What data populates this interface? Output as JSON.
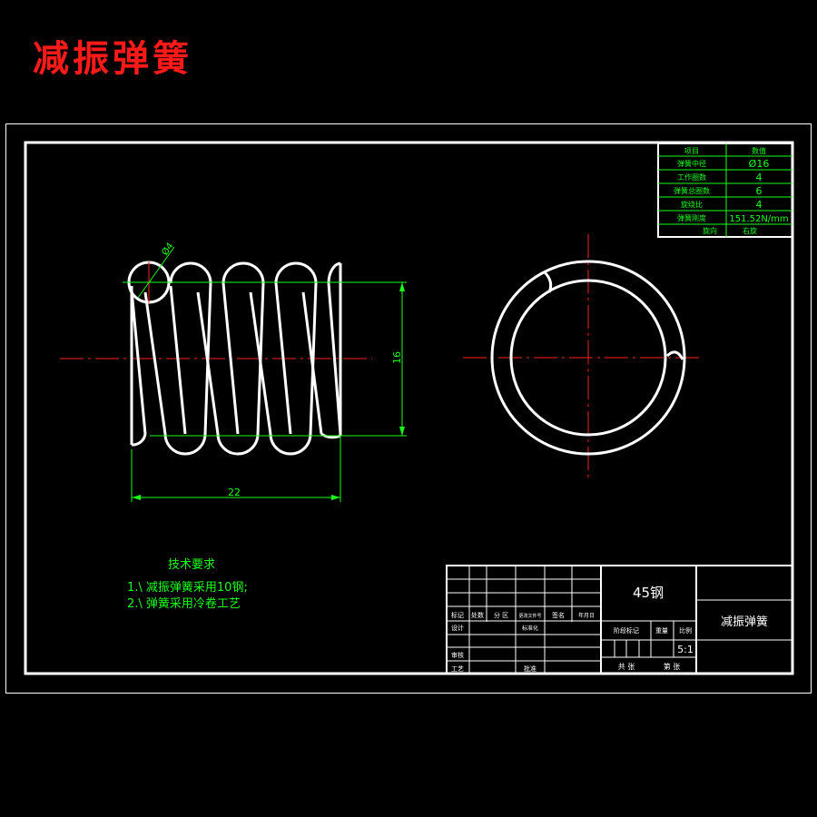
{
  "page_title": "减振弹簧",
  "param_table": {
    "header": [
      "项目",
      "数值"
    ],
    "rows": [
      [
        "弹簧中径",
        "Ø16"
      ],
      [
        "工作圈数",
        "4"
      ],
      [
        "弹簧总圈数",
        "6"
      ],
      [
        "旋绕比",
        "4"
      ],
      [
        "弹簧刚度",
        "151.52N/mm"
      ],
      [
        "旋向",
        "右旋"
      ]
    ]
  },
  "dimensions": {
    "wire_diameter": "Ø4",
    "height": "16",
    "length": "22"
  },
  "tech_requirements": {
    "heading": "技术要求",
    "items": [
      "1.\\ 减振弹簧采用10钢;",
      "2.\\ 弹簧采用冷卷工艺"
    ]
  },
  "title_block": {
    "material": "45钢",
    "part_name": "减振弹簧",
    "scale": "5:1",
    "labels": {
      "mark": "标记",
      "count": "处数",
      "zone": "分 区",
      "change_doc": "更改文件号",
      "signature": "签名",
      "date": "年月日",
      "design": "设计",
      "standardize": "标准化",
      "stage_mark": "阶段标记",
      "weight": "重量",
      "scale_label": "比例",
      "review": "审核",
      "process": "工艺",
      "approve": "批准",
      "sheets_total": "共 张",
      "sheet_no": "第 张"
    }
  }
}
